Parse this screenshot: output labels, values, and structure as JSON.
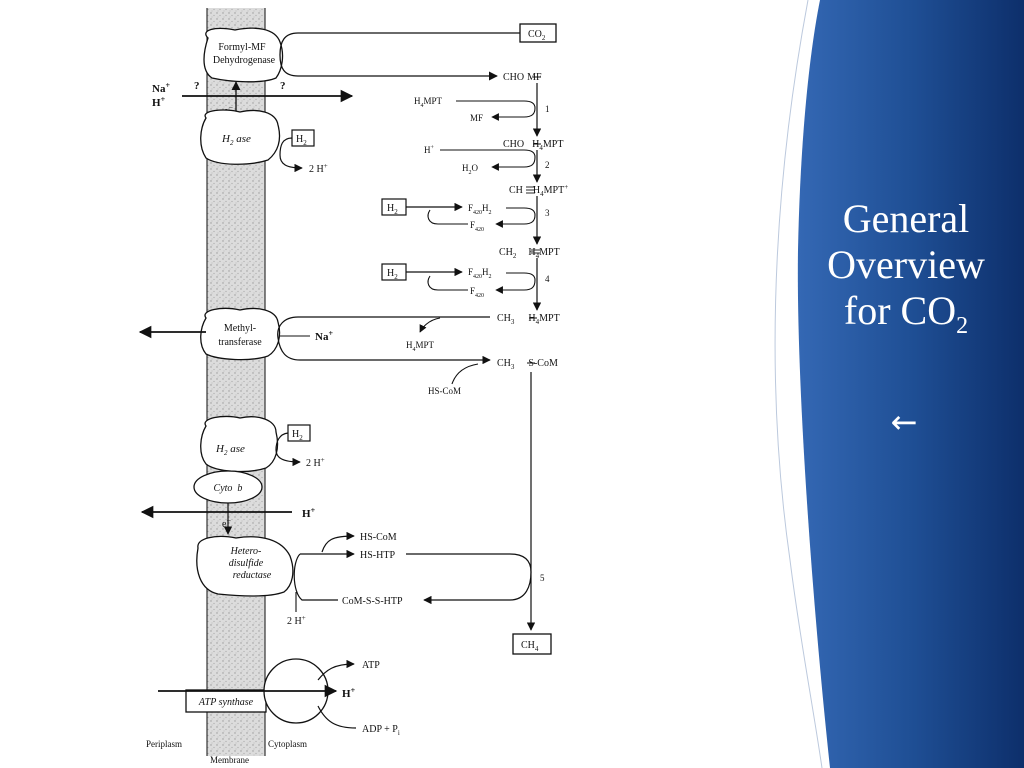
{
  "slide": {
    "title_lines": [
      "General",
      "Overview",
      "for CO"
    ],
    "title_subscript": "2",
    "back_icon": "left-arrow-icon"
  },
  "colors": {
    "panel_dark": "#0d2f6b",
    "panel_mid": "#1f4f95",
    "panel_light": "#3468b4",
    "membrane_fill": "#dcdcdc"
  },
  "diagram": {
    "membrane_labels": {
      "periplasm": "Periplasm",
      "membrane": "Membrane",
      "cytoplasm": "Cytoplasm"
    },
    "enzymes": {
      "formyl_mf_1": "Formyl-MF",
      "formyl_mf_2": "Dehydrogenase",
      "h2ase_top": "H",
      "h2ase_top_sub": "2",
      "h2ase_top_suffix": " ase",
      "methyl_1": "Methyl-",
      "methyl_2": "transferase",
      "h2ase_lower": "H",
      "h2ase_lower_sub": "2",
      "h2ase_lower_suffix": " ase",
      "cyto_b": "Cyto  b",
      "hetero_1": "Hetero-",
      "hetero_2": "disulfide",
      "hetero_3": "reductase",
      "atp_synthase": "ATP synthase"
    },
    "ions": {
      "na_top": "Na",
      "h_top": "H",
      "q1": "?",
      "q2": "?",
      "e1": "e",
      "na_methyl": "Na",
      "h_cyto": "H",
      "e2": "e",
      "h_atp": "H"
    },
    "boxes": {
      "co2": "CO",
      "co2_sub": "2",
      "h2_1": "H",
      "h2_1_sub": "2",
      "h2_2": "H",
      "h2_2_sub": "2",
      "h2_3": "H",
      "h2_3_sub": "2",
      "h2_4": "H",
      "h2_4_sub": "2",
      "ch4": "CH",
      "ch4_sub": "4"
    },
    "pathway": {
      "cho_mf": "CHO",
      "cho_mf_right": "MF",
      "h4mpt_in": "H",
      "h4mpt_in_sub": "4",
      "h4mpt_in_rest": "MPT",
      "mf_out": "MF",
      "cho_h4mpt": "CHO",
      "cho_h4mpt_right": "H",
      "cho_h4mpt_right_sub": "4",
      "cho_h4mpt_right_rest": "MPT",
      "h_plus_in": "H",
      "h2o_out": "H",
      "h2o_out_sub": "2",
      "h2o_out_rest": "O",
      "ch_h4mpt": "CH",
      "ch_h4mpt_right": "H",
      "ch_h4mpt_right_sub": "4",
      "ch_h4mpt_right_rest": "MPT",
      "f420h2_a": "F",
      "f420h2_a_sub": "420",
      "f420h2_a_rest": "H",
      "f420h2_a_rest_sub": "2",
      "f420_a": "F",
      "f420_a_sub": "420",
      "ch2_h4mpt": "CH",
      "ch2_h4mpt_sub": "2",
      "ch2_h4mpt_right": "H",
      "ch2_h4mpt_right_sub": "4",
      "ch2_h4mpt_right_rest": "MPT",
      "f420h2_b": "F",
      "f420h2_b_sub": "420",
      "f420h2_b_rest": "H",
      "f420h2_b_rest_sub": "2",
      "f420_b": "F",
      "f420_b_sub": "420",
      "ch3_h4mpt": "CH",
      "ch3_h4mpt_sub": "3",
      "ch3_h4mpt_right": "H",
      "ch3_h4mpt_right_sub": "4",
      "ch3_h4mpt_right_rest": "MPT",
      "h4mpt_out": "H",
      "h4mpt_out_sub": "4",
      "h4mpt_out_rest": "MPT",
      "ch3_scom": "CH",
      "ch3_scom_sub": "3",
      "ch3_scom_right": "S-CoM",
      "hscom_in": "HS-CoM",
      "hscom_out": "HS-CoM",
      "hshtp_out": "HS-HTP",
      "comsshtp": "CoM-S-S-HTP",
      "h_top_2": "2 H",
      "h_lower_2": "2 H",
      "h_hetero_2": "2 H",
      "atp": "ATP",
      "adp": "ADP + P",
      "adp_sub": "i"
    },
    "step_numbers": [
      "1",
      "2",
      "3",
      "4",
      "5"
    ],
    "sup_plus": "+",
    "sup_minus": "−"
  }
}
